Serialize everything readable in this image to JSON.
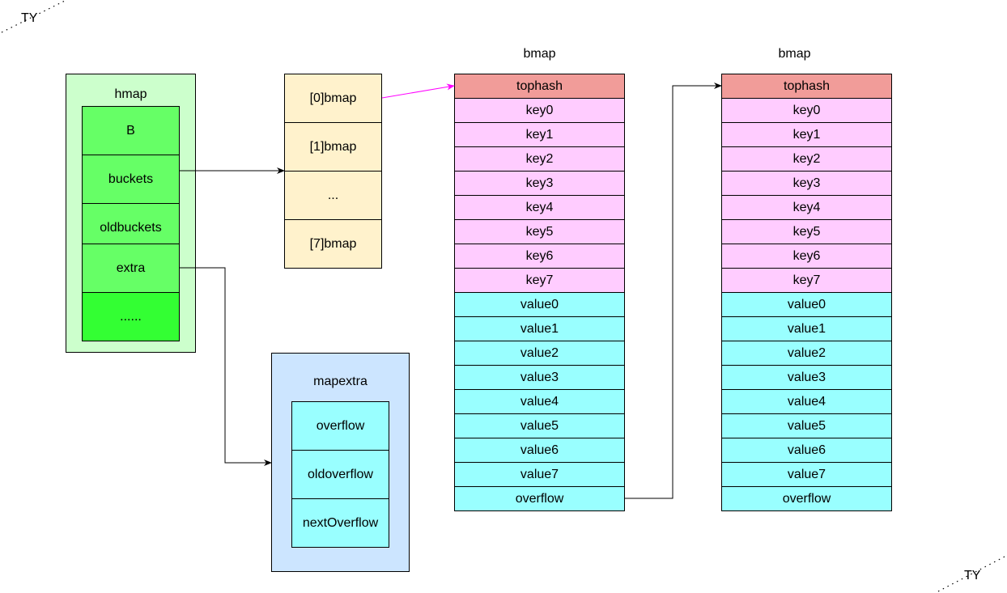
{
  "watermark": {
    "top_left": "TY",
    "bottom_right": "TY"
  },
  "hmap": {
    "title": "hmap",
    "fields": [
      "B",
      "buckets",
      "oldbuckets",
      "extra",
      "......"
    ]
  },
  "buckets_array": {
    "cells": [
      "[0]bmap",
      "[1]bmap",
      "...",
      "[7]bmap"
    ]
  },
  "mapextra": {
    "title": "mapextra",
    "fields": [
      "overflow",
      "oldoverflow",
      "nextOverflow"
    ]
  },
  "bmap_left": {
    "title": "bmap",
    "tophash": "tophash",
    "keys": [
      "key0",
      "key1",
      "key2",
      "key3",
      "key4",
      "key5",
      "key6",
      "key7"
    ],
    "values": [
      "value0",
      "value1",
      "value2",
      "value3",
      "value4",
      "value5",
      "value6",
      "value7"
    ],
    "overflow": "overflow"
  },
  "bmap_right": {
    "title": "bmap",
    "tophash": "tophash",
    "keys": [
      "key0",
      "key1",
      "key2",
      "key3",
      "key4",
      "key5",
      "key6",
      "key7"
    ],
    "values": [
      "value0",
      "value1",
      "value2",
      "value3",
      "value4",
      "value5",
      "value6",
      "value7"
    ],
    "overflow": "overflow"
  },
  "colors": {
    "hmap_bg": "#ccffcc",
    "hmap_field": "#66ff66",
    "hmap_field_last": "#33ff33",
    "bucket_cell": "#fff2cc",
    "mapextra_bg": "#cce5ff",
    "value_cell": "#99ffff",
    "key_cell": "#ffccff",
    "tophash_cell": "#f19c99",
    "highlight_arrow": "#ff00ff"
  }
}
